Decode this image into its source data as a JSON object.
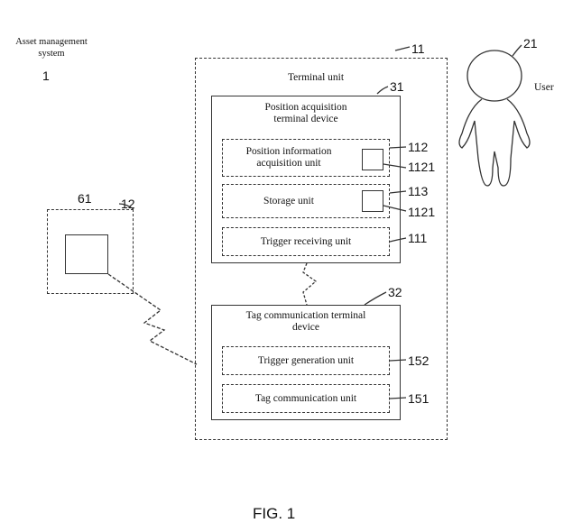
{
  "system": {
    "label_line1": "Asset management",
    "label_line2": "system",
    "ref": "1"
  },
  "terminal_unit": {
    "label": "Terminal unit",
    "ref": "11"
  },
  "position_device": {
    "title_line1": "Position acquisition",
    "title_line2": "terminal device",
    "ref": "31",
    "position_info_unit": {
      "line1": "Position information",
      "line2": "acquisition unit",
      "ref": "112",
      "inner_ref": "1121"
    },
    "storage_unit": {
      "label": "Storage unit",
      "ref": "113",
      "inner_ref": "1121"
    },
    "trigger_receiving_unit": {
      "label": "Trigger receiving unit",
      "ref": "111"
    }
  },
  "tag_device": {
    "title_line1": "Tag communication terminal",
    "title_line2": "device",
    "ref": "32",
    "trigger_generation_unit": {
      "label": "Trigger generation unit",
      "ref": "152"
    },
    "tag_communication_unit": {
      "label": "Tag communication unit",
      "ref": "151"
    }
  },
  "tag": {
    "ref": "12",
    "asset_ref": "61"
  },
  "user": {
    "label": "User",
    "ref": "21"
  },
  "figure": {
    "caption": "FIG. 1"
  }
}
